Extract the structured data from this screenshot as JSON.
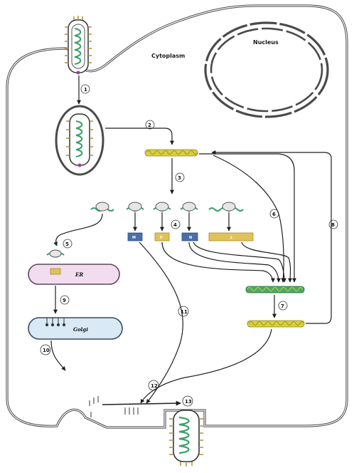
{
  "labels": {
    "cytoplasm": "Cytoplasm",
    "nucleus": "Nucleus",
    "er": "ER",
    "golgi": "Golgi"
  },
  "proteins": {
    "m": "M",
    "p": "P",
    "n": "N",
    "l": "L"
  },
  "steps": [
    "1",
    "2",
    "3",
    "4",
    "5",
    "6",
    "7",
    "8",
    "9",
    "10",
    "11",
    "12",
    "13"
  ],
  "colors": {
    "cell_outline": "#5a5a5a",
    "rna_yellow": "#d9cf3a",
    "rna_green": "#3aa06a",
    "protein_blue": "#4a6fa8",
    "protein_yellow": "#e1c25a",
    "er_fill": "#f2dcef",
    "golgi_fill": "#d9e9f6",
    "virion_core": "#6fbf5a",
    "spike": "#b58a3a"
  }
}
